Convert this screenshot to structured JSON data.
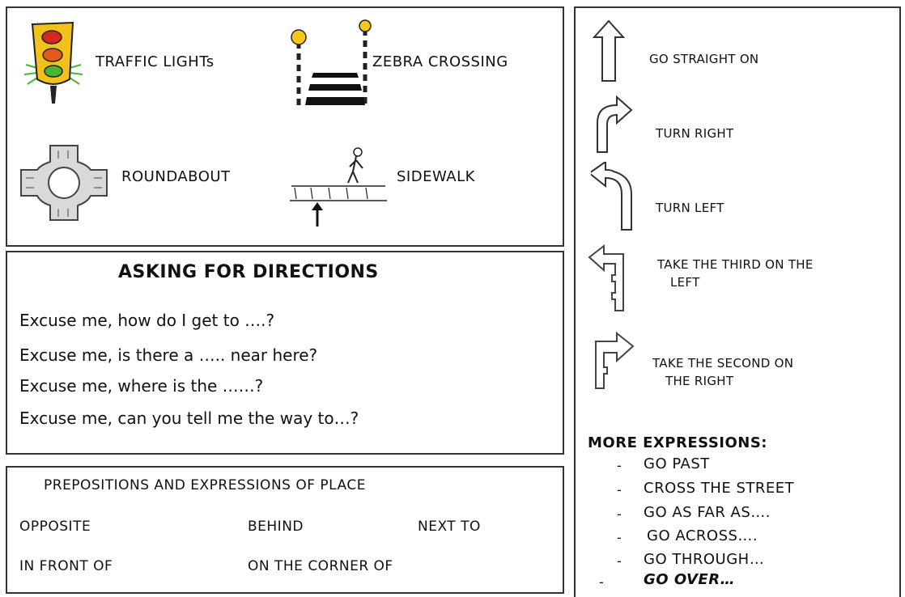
{
  "vocabulary": {
    "traffic_lights": "TRAFFIC LIGHTs",
    "zebra_crossing": "ZEBRA CROSSING",
    "roundabout": "ROUNDABOUT",
    "sidewalk": "SIDEWALK"
  },
  "asking": {
    "title": "ASKING FOR DIRECTIONS",
    "phrases": [
      "Excuse me, how do I  get to ….?",
      "Excuse me, is there a ….. near here?",
      "Excuse me, where is the ……?",
      "Excuse me, can  you tell me the way to…?"
    ]
  },
  "prepositions": {
    "title": "PREPOSITIONS AND EXPRESSIONS OF PLACE",
    "items": [
      "OPPOSITE",
      "BEHIND",
      "NEXT TO",
      "IN FRONT OF",
      "ON THE CORNER OF"
    ]
  },
  "directions": {
    "items": [
      {
        "lines": [
          "GO STRAIGHT ON"
        ],
        "icon": "arrow-straight-icon"
      },
      {
        "lines": [
          "TURN RIGHT"
        ],
        "icon": "arrow-turn-right-icon"
      },
      {
        "lines": [
          "TURN LEFT"
        ],
        "icon": "arrow-turn-left-icon"
      },
      {
        "lines": [
          "TAKE THE THIRD ON THE",
          "LEFT"
        ],
        "icon": "arrow-third-left-icon"
      },
      {
        "lines": [
          "TAKE THE SECOND ON",
          "THE RIGHT"
        ],
        "icon": "arrow-second-right-icon"
      }
    ]
  },
  "more_expressions": {
    "title": "MORE EXPRESSIONS:",
    "bullet": "-",
    "items": [
      "GO PAST",
      "CROSS THE STREET",
      "GO AS FAR AS….",
      "GO ACROSS….",
      "GO THROUGH…",
      "GO OVER…"
    ]
  },
  "colors": {
    "traffic_light_body": "#f2c21b",
    "red_light": "#d8271f",
    "amber_light": "#e35a1a",
    "green_light": "#49b534",
    "pole_lamp": "#f6c81a"
  }
}
